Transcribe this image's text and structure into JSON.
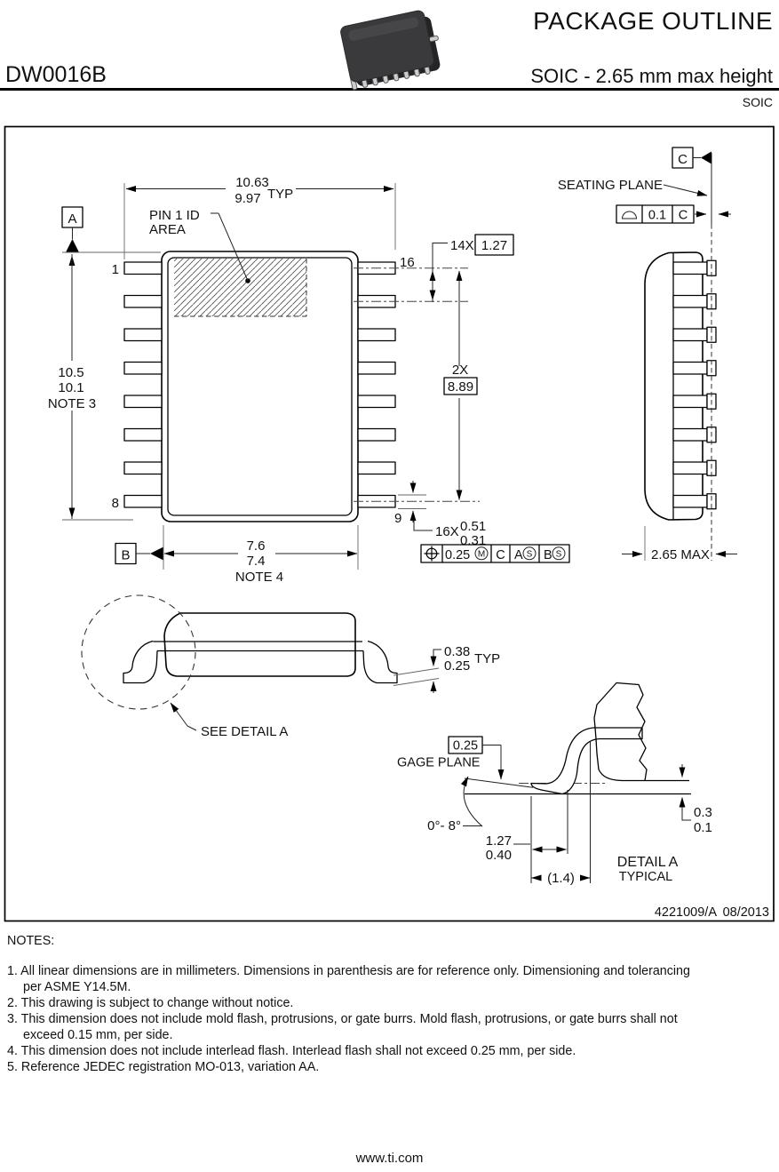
{
  "header": {
    "title": "PACKAGE OUTLINE",
    "part_number": "DW0016B",
    "subtitle": "SOIC - 2.65 mm max height",
    "package_family": "SOIC"
  },
  "plan_view": {
    "width_dim": {
      "max": "10.63",
      "min": "9.97",
      "suffix": "TYP"
    },
    "pin1_id_line1": "PIN 1 ID",
    "pin1_id_line2": "AREA",
    "datum_a": "A",
    "datum_b": "B",
    "pin1": "1",
    "pin8": "8",
    "pin16": "16",
    "pin9": "9",
    "length_dim": {
      "max": "10.5",
      "min": "10.1",
      "note": "NOTE 3"
    },
    "body_dim": {
      "max": "7.6",
      "min": "7.4",
      "note": "NOTE 4"
    },
    "pitch_dim": {
      "count": "14X",
      "value": "1.27"
    },
    "span_dim": {
      "count": "2X",
      "value": "8.89"
    },
    "lead_width_dim": {
      "count": "16X",
      "max": "0.51",
      "min": "0.31"
    },
    "position_fcf": {
      "tolerance": "0.25",
      "material_modifier": "M",
      "primary": "C",
      "secondary": "A",
      "secondary_modifier": "S",
      "tertiary": "B",
      "tertiary_modifier": "S"
    }
  },
  "side_view": {
    "datum_c": "C",
    "seating_plane_label": "SEATING PLANE",
    "flatness_fcf": {
      "tolerance": "0.1",
      "datum": "C"
    },
    "overall_height": "2.65 MAX"
  },
  "front_view": {
    "see_detail_label": "SEE DETAIL A",
    "lead_thickness": {
      "max": "0.38",
      "min": "0.25",
      "suffix": "TYP"
    }
  },
  "detail_a": {
    "gage_offset": "0.25",
    "gage_plane_label": "GAGE PLANE",
    "lead_angle": "0°- 8°",
    "foot_length": {
      "max": "1.27",
      "min": "0.40"
    },
    "ref_length": "(1.4)",
    "standoff": {
      "max": "0.3",
      "min": "0.1"
    },
    "title": "DETAIL A",
    "subtitle": "TYPICAL"
  },
  "title_block": {
    "drawing_number": "4221009/A",
    "revision_date": "08/2013"
  },
  "notes": {
    "heading": "NOTES:",
    "lines": [
      {
        "text": "1. All linear dimensions are in millimeters. Dimensions in parenthesis are for reference only. Dimensioning and tolerancing"
      },
      {
        "text": "per ASME Y14.5M."
      },
      {
        "text": "2. This drawing is subject to change without notice."
      },
      {
        "text": "3. This dimension does not include mold flash, protrusions, or gate burrs. Mold flash, protrusions, or gate burrs shall not"
      },
      {
        "text": "exceed 0.15 mm, per side."
      },
      {
        "text": "4. This dimension does not include interlead flash. Interlead flash shall not exceed 0.25 mm, per side."
      },
      {
        "text": "5. Reference JEDEC registration MO-013, variation AA."
      }
    ]
  },
  "footer": {
    "url": "www.ti.com"
  }
}
